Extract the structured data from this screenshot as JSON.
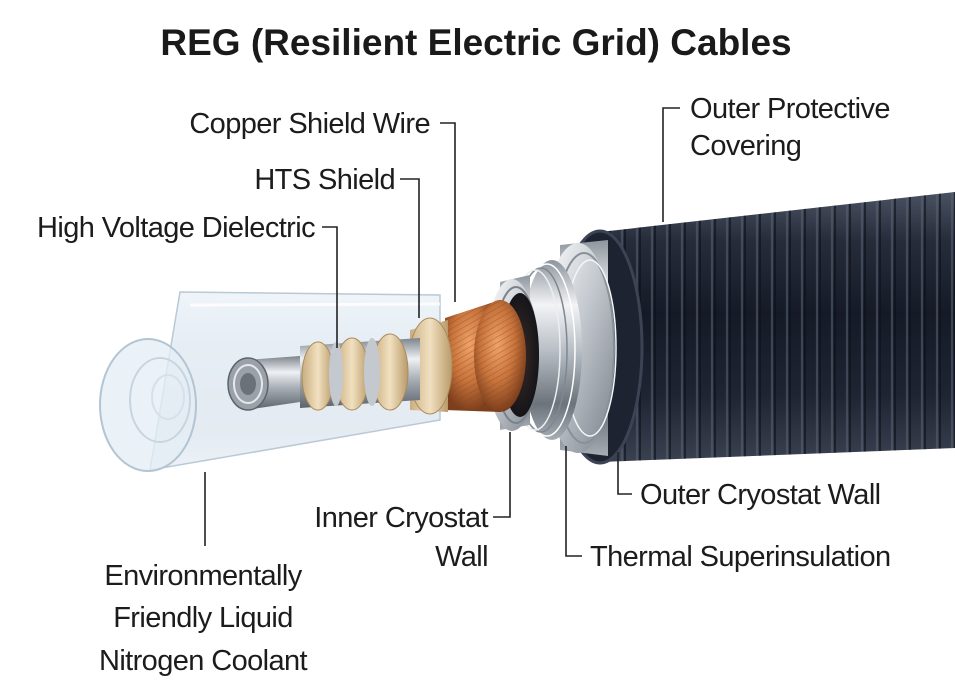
{
  "title": "REG (Resilient Electric Grid) Cables",
  "labels": {
    "copper_shield_wire": "Copper Shield Wire",
    "hts_shield": "HTS Shield",
    "high_voltage_dielectric": "High Voltage Dielectric",
    "outer_protective_covering": [
      "Outer Protective",
      "Covering"
    ],
    "inner_cryostat_wall": [
      "Inner Cryostat",
      "Wall"
    ],
    "outer_cryostat_wall": "Outer Cryostat Wall",
    "thermal_superinsulation": "Thermal Superinsulation",
    "nitrogen_coolant": [
      "Environmentally",
      "Friendly Liquid",
      "Nitrogen Coolant"
    ]
  },
  "colors": {
    "outer_jacket": "#1c2233",
    "stainless_steel": "#c9ced4",
    "copper": "#c8743c",
    "hts_tape": "#e6d2ae",
    "coolant_glass": "#dfe9f1"
  }
}
